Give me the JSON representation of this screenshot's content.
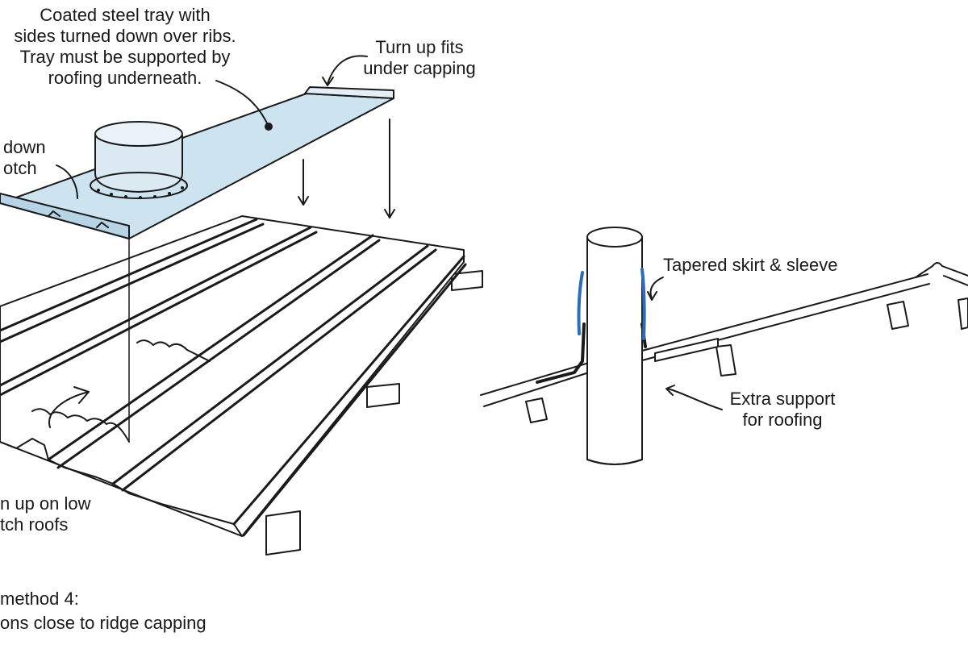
{
  "labels": {
    "tray": [
      "Coated steel tray with",
      "sides turned down over ribs.",
      "Tray must be supported by",
      "roofing underneath."
    ],
    "turn_up": [
      "Turn up fits",
      "under capping"
    ],
    "turn_down": [
      "down",
      "otch"
    ],
    "turn_up_low": [
      "n up on low",
      "tch roofs"
    ],
    "tapered": [
      "Tapered skirt & sleeve"
    ],
    "extra_support": [
      "Extra support",
      "for roofing"
    ]
  },
  "caption": [
    "method 4:",
    "ons close to ridge capping"
  ],
  "colors": {
    "ink": "#1a1a1a",
    "tray_fill": "#cde3f0",
    "flue_fill": "#dbe9f2",
    "sleeve_accent": "#2f6db3"
  }
}
